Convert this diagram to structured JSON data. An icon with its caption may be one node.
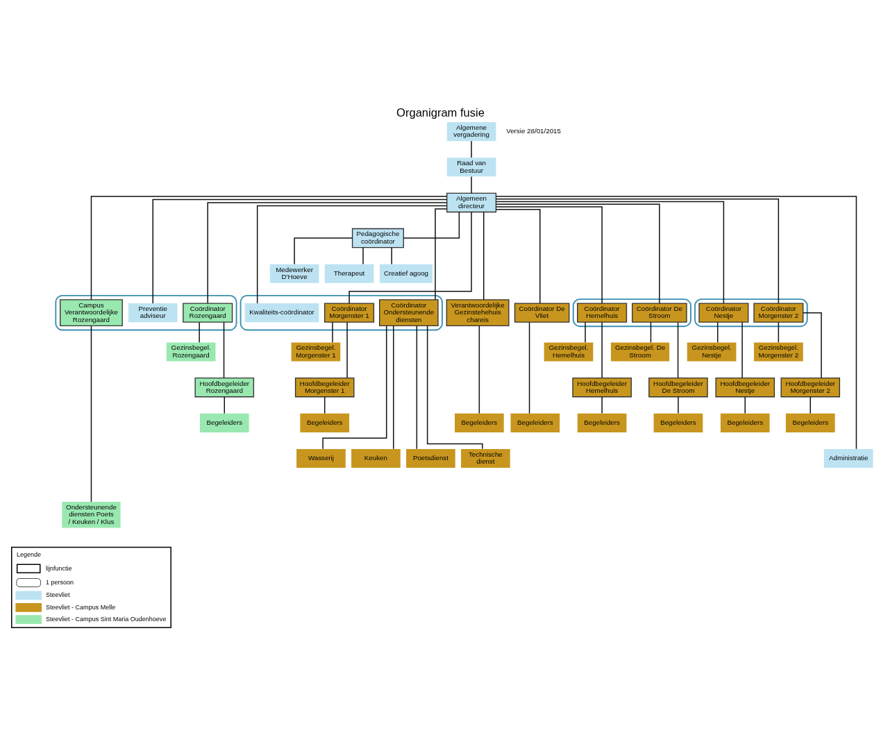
{
  "diagram": {
    "title": "Organigram fusie",
    "nodes": [
      {
        "text": [
          "Algemene vergadering"
        ]
      },
      {
        "text": [
          "Raad van Bestuur"
        ]
      },
      {
        "text": [
          "Algemeen directeur"
        ]
      },
      {
        "text": [],
        "shape": "ellipse"
      },
      {
        "text": [
          "Campus Verantwoordelijke Rozengaard"
        ],
        "in": 3
      },
      {
        "text": [
          "Preventie adviseur"
        ],
        "in": 3
      },
      {
        "text": [
          "Pedagogische coördinator"
        ]
      },
      {
        "text": [],
        "shape": "ellipse"
      },
      {
        "text": [
          "Kwaliteits-coördinator"
        ],
        "in": 7
      },
      {
        "text": [
          "Medewerker D'Hoeve"
        ]
      },
      {
        "text": [
          "Therapeut"
        ]
      },
      {
        "text": [
          "Creatief agoog"
        ]
      },
      {
        "text": [
          "Coördinator Rozengaard"
        ],
        "in": 3
      },
      {
        "text": [
          "Verantwoordelijke Gezinstehehuis chareis"
        ]
      },
      {
        "text": [
          "Coördinator De Vliet"
        ]
      },
      {
        "text": [],
        "shape": "ellipse"
      },
      {
        "text": [
          "Coördinator Hemelhuis"
        ],
        "in": 15
      },
      {
        "text": [
          "Coördinator De Stroom"
        ],
        "in": 15
      },
      {
        "text": [],
        "shape": "ellipse"
      },
      {
        "text": [
          "Coördinator Nestje"
        ],
        "in": 18
      },
      {
        "text": [
          "Coördinator Morgenster 2"
        ],
        "in": 18
      },
      {
        "text": [
          "Coördinator Morgenster 1"
        ],
        "in": 7
      },
      {
        "text": [
          "Coördinator Ondersteunende diensten"
        ],
        "in": 7
      },
      {
        "text": [
          "Gezinsbegel. Rozengaard"
        ]
      },
      {
        "text": [
          "Gezinsbegel. Hemelhuis"
        ]
      },
      {
        "text": [
          "Gezinsbegel. De Stroom"
        ]
      },
      {
        "text": [
          "Gezinsbegel. Nestje"
        ]
      },
      {
        "text": [
          "Gezinsbegel. Morgenster 2"
        ]
      },
      {
        "text": [
          "Gezinsbegel. Morgenster 1"
        ]
      },
      {
        "text": [
          "Hoofdbegeleider Rozengaard"
        ]
      },
      {
        "text": [
          "Hoofdbegeleider Hemelhuis"
        ]
      },
      {
        "text": [
          "Hoofdbegeleider De Stroom"
        ]
      },
      {
        "text": [
          "Hoofdbegeleider Nestje"
        ]
      },
      {
        "text": [
          "Hoofdbegeleider Morgenster 2"
        ]
      },
      {
        "text": [
          "Hoofdbegeleider Morgenster 1"
        ]
      },
      {
        "text": [
          "Begeleiders"
        ]
      },
      {
        "text": [
          "Begeleiders"
        ]
      },
      {
        "text": [
          "Begeleiders"
        ]
      },
      {
        "text": [
          "Begeleiders"
        ]
      },
      {
        "text": [
          "Begeleiders"
        ]
      },
      {
        "text": [
          "Begeleiders"
        ]
      },
      {
        "text": [
          "Begeleiders"
        ]
      },
      {
        "text": [
          "Begeleiders"
        ]
      },
      {
        "text": [
          "Ondersteunende diensten Poets / Keuken / Klus"
        ]
      },
      {
        "text": [
          "Administratie"
        ]
      },
      {
        "text": [
          "Wasserij"
        ]
      },
      {
        "text": [
          "Keuken"
        ]
      },
      {
        "text": [
          "Poetsdienst"
        ]
      },
      {
        "text": [
          "Technische dienst"
        ]
      }
    ],
    "edges": [
      {
        "from": 0,
        "to": 1,
        "arrow": "none"
      },
      {
        "from": 1,
        "to": 2,
        "arrow": "none"
      },
      {
        "from": 2,
        "to": 4,
        "arrow": "none"
      },
      {
        "from": 2,
        "to": 5,
        "arrow": "none"
      },
      {
        "from": 2,
        "to": 6,
        "arrow": "none"
      },
      {
        "from": 2,
        "to": 8,
        "arrow": "none"
      },
      {
        "from": 6,
        "to": 9,
        "arrow": "none"
      },
      {
        "from": 6,
        "to": 10,
        "arrow": "none"
      },
      {
        "from": 6,
        "to": 11,
        "arrow": "none"
      },
      {
        "from": 2,
        "to": 12,
        "arrow": "none"
      },
      {
        "from": 2,
        "to": 13,
        "arrow": "none"
      },
      {
        "from": 2,
        "to": 14,
        "arrow": "none"
      },
      {
        "from": 2,
        "to": 16,
        "arrow": "none"
      },
      {
        "from": 2,
        "to": 17,
        "arrow": "none"
      },
      {
        "from": 2,
        "to": 19,
        "arrow": "none"
      },
      {
        "from": 2,
        "to": 20,
        "arrow": "none"
      },
      {
        "from": 2,
        "to": 21,
        "arrow": "none"
      },
      {
        "from": 2,
        "to": 22,
        "arrow": "none"
      },
      {
        "from": 12,
        "to": 23,
        "arrow": "none"
      },
      {
        "from": 12,
        "to": 29,
        "arrow": "none"
      },
      {
        "from": 29,
        "to": 35,
        "arrow": "none"
      },
      {
        "from": 13,
        "to": 36,
        "arrow": "none"
      },
      {
        "from": 14,
        "to": 37,
        "arrow": "none"
      },
      {
        "from": 16,
        "to": 24,
        "arrow": "none"
      },
      {
        "from": 16,
        "to": 30,
        "arrow": "none"
      },
      {
        "from": 30,
        "to": 38,
        "arrow": "none"
      },
      {
        "from": 17,
        "to": 25,
        "arrow": "none"
      },
      {
        "from": 17,
        "to": 31,
        "arrow": "none"
      },
      {
        "from": 31,
        "to": 39,
        "arrow": "none"
      },
      {
        "from": 19,
        "to": 26,
        "arrow": "none"
      },
      {
        "from": 19,
        "to": 32,
        "arrow": "none"
      },
      {
        "from": 32,
        "to": 40,
        "arrow": "none"
      },
      {
        "from": 20,
        "to": 27,
        "arrow": "none"
      },
      {
        "from": 20,
        "to": 33,
        "arrow": "none"
      },
      {
        "from": 33,
        "to": 41,
        "arrow": "none"
      },
      {
        "from": 21,
        "to": 28,
        "arrow": "none"
      },
      {
        "from": 21,
        "to": 34,
        "arrow": "none"
      },
      {
        "from": 34,
        "to": 42,
        "arrow": "none"
      },
      {
        "from": 4,
        "to": 43,
        "arrow": "none"
      },
      {
        "from": 2,
        "to": 44,
        "arrow": "none"
      },
      {
        "from": 22,
        "to": 45,
        "arrow": "none"
      },
      {
        "from": 22,
        "to": 46,
        "arrow": "none"
      },
      {
        "from": 22,
        "to": 47,
        "arrow": "none"
      },
      {
        "from": 22,
        "to": 48,
        "arrow": "none"
      }
    ],
    "labels": [
      "Versie 28/01/2015",
      "Legende"
    ],
    "legend": [
      {
        "text": "lijnfunctie"
      },
      {
        "text": "1 persoon"
      },
      {
        "text": "Steevliet",
        "color": "#bde3f2"
      },
      {
        "text": "Steevliet - Campus Melle",
        "color": "#c8961e"
      },
      {
        "text": "Steevliet - Campus Sint Maria Oudenhoeve",
        "color": "#99e8b0"
      }
    ]
  }
}
